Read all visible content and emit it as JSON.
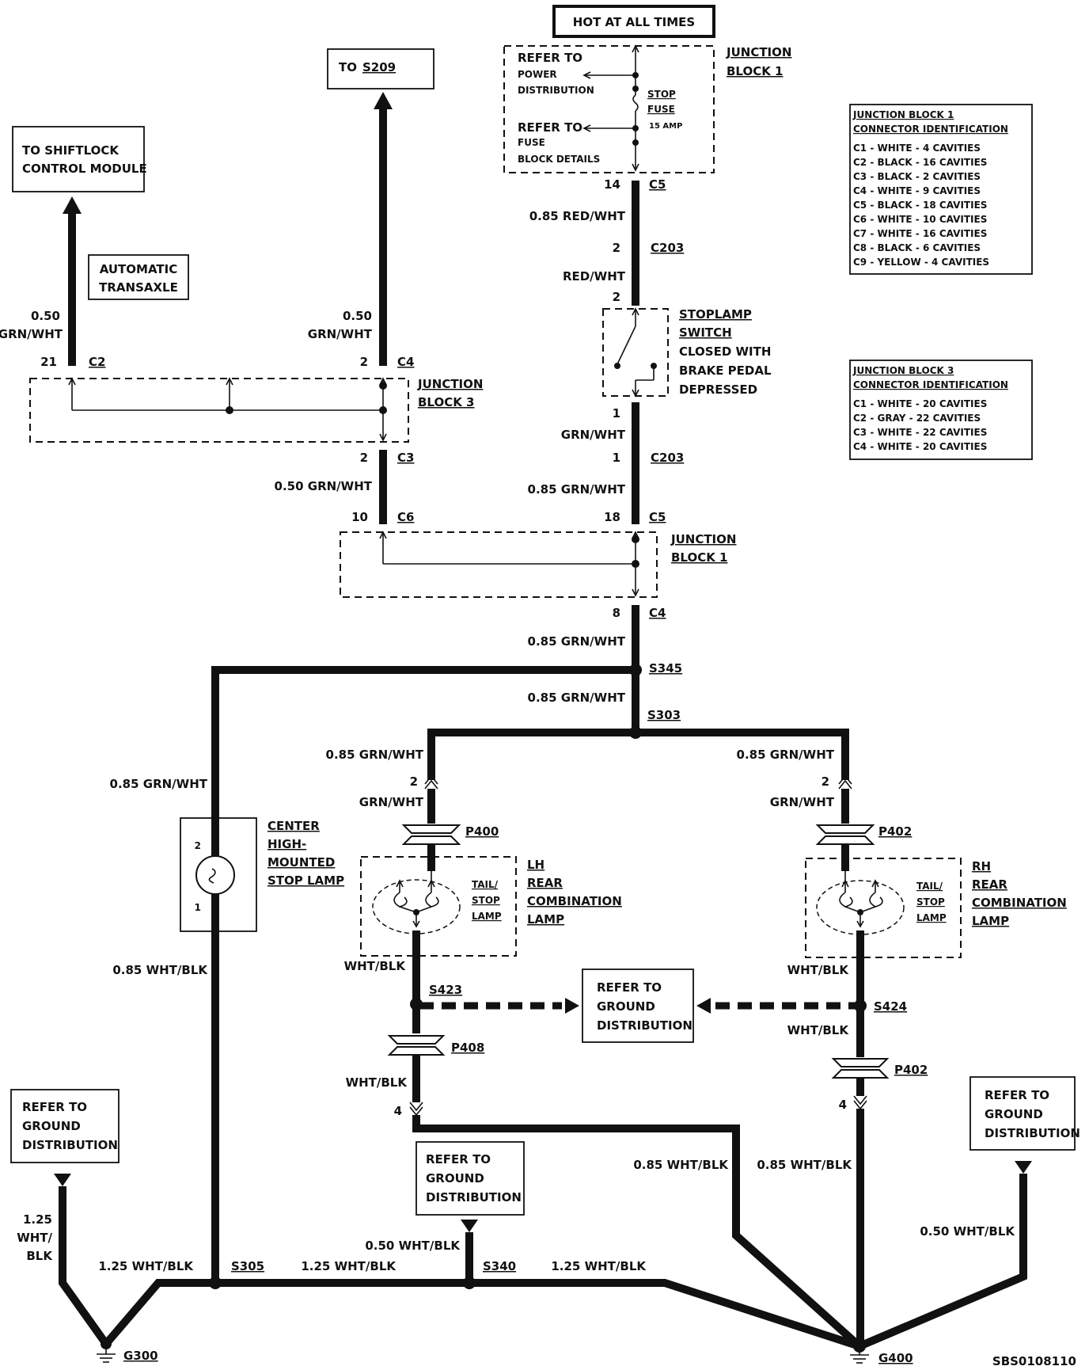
{
  "header": {
    "hot": "HOT AT ALL TIMES"
  },
  "jb1_top": {
    "label_1": "JUNCTION",
    "label_2": "BLOCK 1",
    "ref_power_1": "REFER TO",
    "ref_power_2": "POWER",
    "ref_power_3": "DISTRIBUTION",
    "ref_fuse_1": "REFER TO",
    "ref_fuse_2": "FUSE",
    "ref_fuse_3": "BLOCK DETAILS",
    "fuse_1": "STOP",
    "fuse_2": "FUSE",
    "fuse_amp": "15 AMP"
  },
  "jb1_table": {
    "title_1": "JUNCTION BLOCK 1",
    "title_2": "CONNECTOR IDENTIFICATION",
    "rows": [
      "C1 - WHITE - 4 CAVITIES",
      "C2 - BLACK - 16 CAVITIES",
      "C3 - BLACK - 2 CAVITIES",
      "C4 - WHITE - 9 CAVITIES",
      "C5 - BLACK - 18 CAVITIES",
      "C6 - WHITE - 10 CAVITIES",
      "C7 - WHITE - 16 CAVITIES",
      "C8 - BLACK - 6 CAVITIES",
      "C9 - YELLOW - 4 CAVITIES"
    ]
  },
  "jb3_table": {
    "title_1": "JUNCTION BLOCK 3",
    "title_2": "CONNECTOR IDENTIFICATION",
    "rows": [
      "C1 - WHITE - 20 CAVITIES",
      "C2 - GRAY - 22 CAVITIES",
      "C3 - WHITE - 22 CAVITIES",
      "C4 - WHITE - 20 CAVITIES"
    ]
  },
  "left_top": {
    "shiftlock_1": "TO SHIFTLOCK",
    "shiftlock_2": "CONTROL MODULE",
    "auto_1": "AUTOMATIC",
    "auto_2": "TRANSAXLE",
    "s209_to": "TO",
    "s209_ref": "S209",
    "wire_a_1": "0.50",
    "wire_a_2": "GRN/WHT",
    "wire_b_1": "0.50",
    "wire_b_2": "GRN/WHT",
    "pin_21": "21",
    "c2": "C2",
    "pin_2_c4": "2",
    "c4": "C4",
    "jb3_1": "JUNCTION",
    "jb3_2": "BLOCK 3",
    "pin_2_c3": "2",
    "c3": "C3",
    "wire_c": "0.50 GRN/WHT",
    "pin_10": "10",
    "c6": "C6"
  },
  "center": {
    "pin_14": "14",
    "c5a": "C5",
    "wire_1": "0.85 RED/WHT",
    "pin_2a": "2",
    "c203a": "C203",
    "wire_2": "RED/WHT",
    "pin_2b": "2",
    "switch_1": "STOPLAMP",
    "switch_2": "SWITCH",
    "switch_3": "CLOSED WITH",
    "switch_4": "BRAKE PEDAL",
    "switch_5": "DEPRESSED",
    "pin_1a": "1",
    "wire_3": "GRN/WHT",
    "pin_1b": "1",
    "c203b": "C203",
    "wire_4": "0.85 GRN/WHT",
    "pin_18": "18",
    "c5b": "C5",
    "jb1_1": "JUNCTION",
    "jb1_2": "BLOCK 1",
    "pin_8": "8",
    "c4": "C4",
    "wire_5": "0.85 GRN/WHT",
    "s345": "S345",
    "wire_6": "0.85 GRN/WHT",
    "s303": "S303"
  },
  "chmsl": {
    "wire_top": "0.85 GRN/WHT",
    "pin_2": "2",
    "pin_1": "1",
    "label_1": "CENTER",
    "label_2": "HIGH-",
    "label_3": "MOUNTED",
    "label_4": "STOP LAMP",
    "wire_bottom": "0.85 WHT/BLK"
  },
  "lh": {
    "wire_top": "0.85 GRN/WHT",
    "pin_2": "2",
    "wire_2": "GRN/WHT",
    "p400": "P400",
    "tail_1": "TAIL/",
    "tail_2": "STOP",
    "tail_3": "LAMP",
    "label_1": "LH",
    "label_2": "REAR",
    "label_3": "COMBINATION",
    "label_4": "LAMP",
    "wire_3": "WHT/BLK",
    "s423": "S423",
    "p408": "P408",
    "wire_4": "WHT/BLK",
    "pin_4": "4"
  },
  "rh": {
    "wire_top": "0.85 GRN/WHT",
    "pin_2": "2",
    "wire_2": "GRN/WHT",
    "p402a": "P402",
    "tail_1": "TAIL/",
    "tail_2": "STOP",
    "tail_3": "LAMP",
    "label_1": "RH",
    "label_2": "REAR",
    "label_3": "COMBINATION",
    "label_4": "LAMP",
    "wire_3": "WHT/BLK",
    "s424": "S424",
    "wire_4": "WHT/BLK",
    "p402b": "P402",
    "pin_4": "4"
  },
  "ground_center": {
    "line_1": "REFER TO",
    "line_2": "GROUND",
    "line_3": "DISTRIBUTION"
  },
  "bottom": {
    "ref_left_1": "REFER TO",
    "ref_left_2": "GROUND",
    "ref_left_3": "DISTRIBUTION",
    "ref_mid_1": "REFER TO",
    "ref_mid_2": "GROUND",
    "ref_mid_3": "DISTRIBUTION",
    "ref_right_1": "REFER TO",
    "ref_right_2": "GROUND",
    "ref_right_3": "DISTRIBUTION",
    "w125_1": "1.25",
    "w125_2": "WHT/",
    "w125_3": "BLK",
    "w_s305_left": "1.25 WHT/BLK",
    "s305": "S305",
    "w_s305_right": "1.25 WHT/BLK",
    "w050_mid": "0.50 WHT/BLK",
    "s340": "S340",
    "w_s340_right": "1.25 WHT/BLK",
    "w_lh": "0.85 WHT/BLK",
    "w_rh": "0.85 WHT/BLK",
    "w050_right": "0.50 WHT/BLK",
    "g300": "G300",
    "g400": "G400",
    "code": "SBS0108110"
  }
}
